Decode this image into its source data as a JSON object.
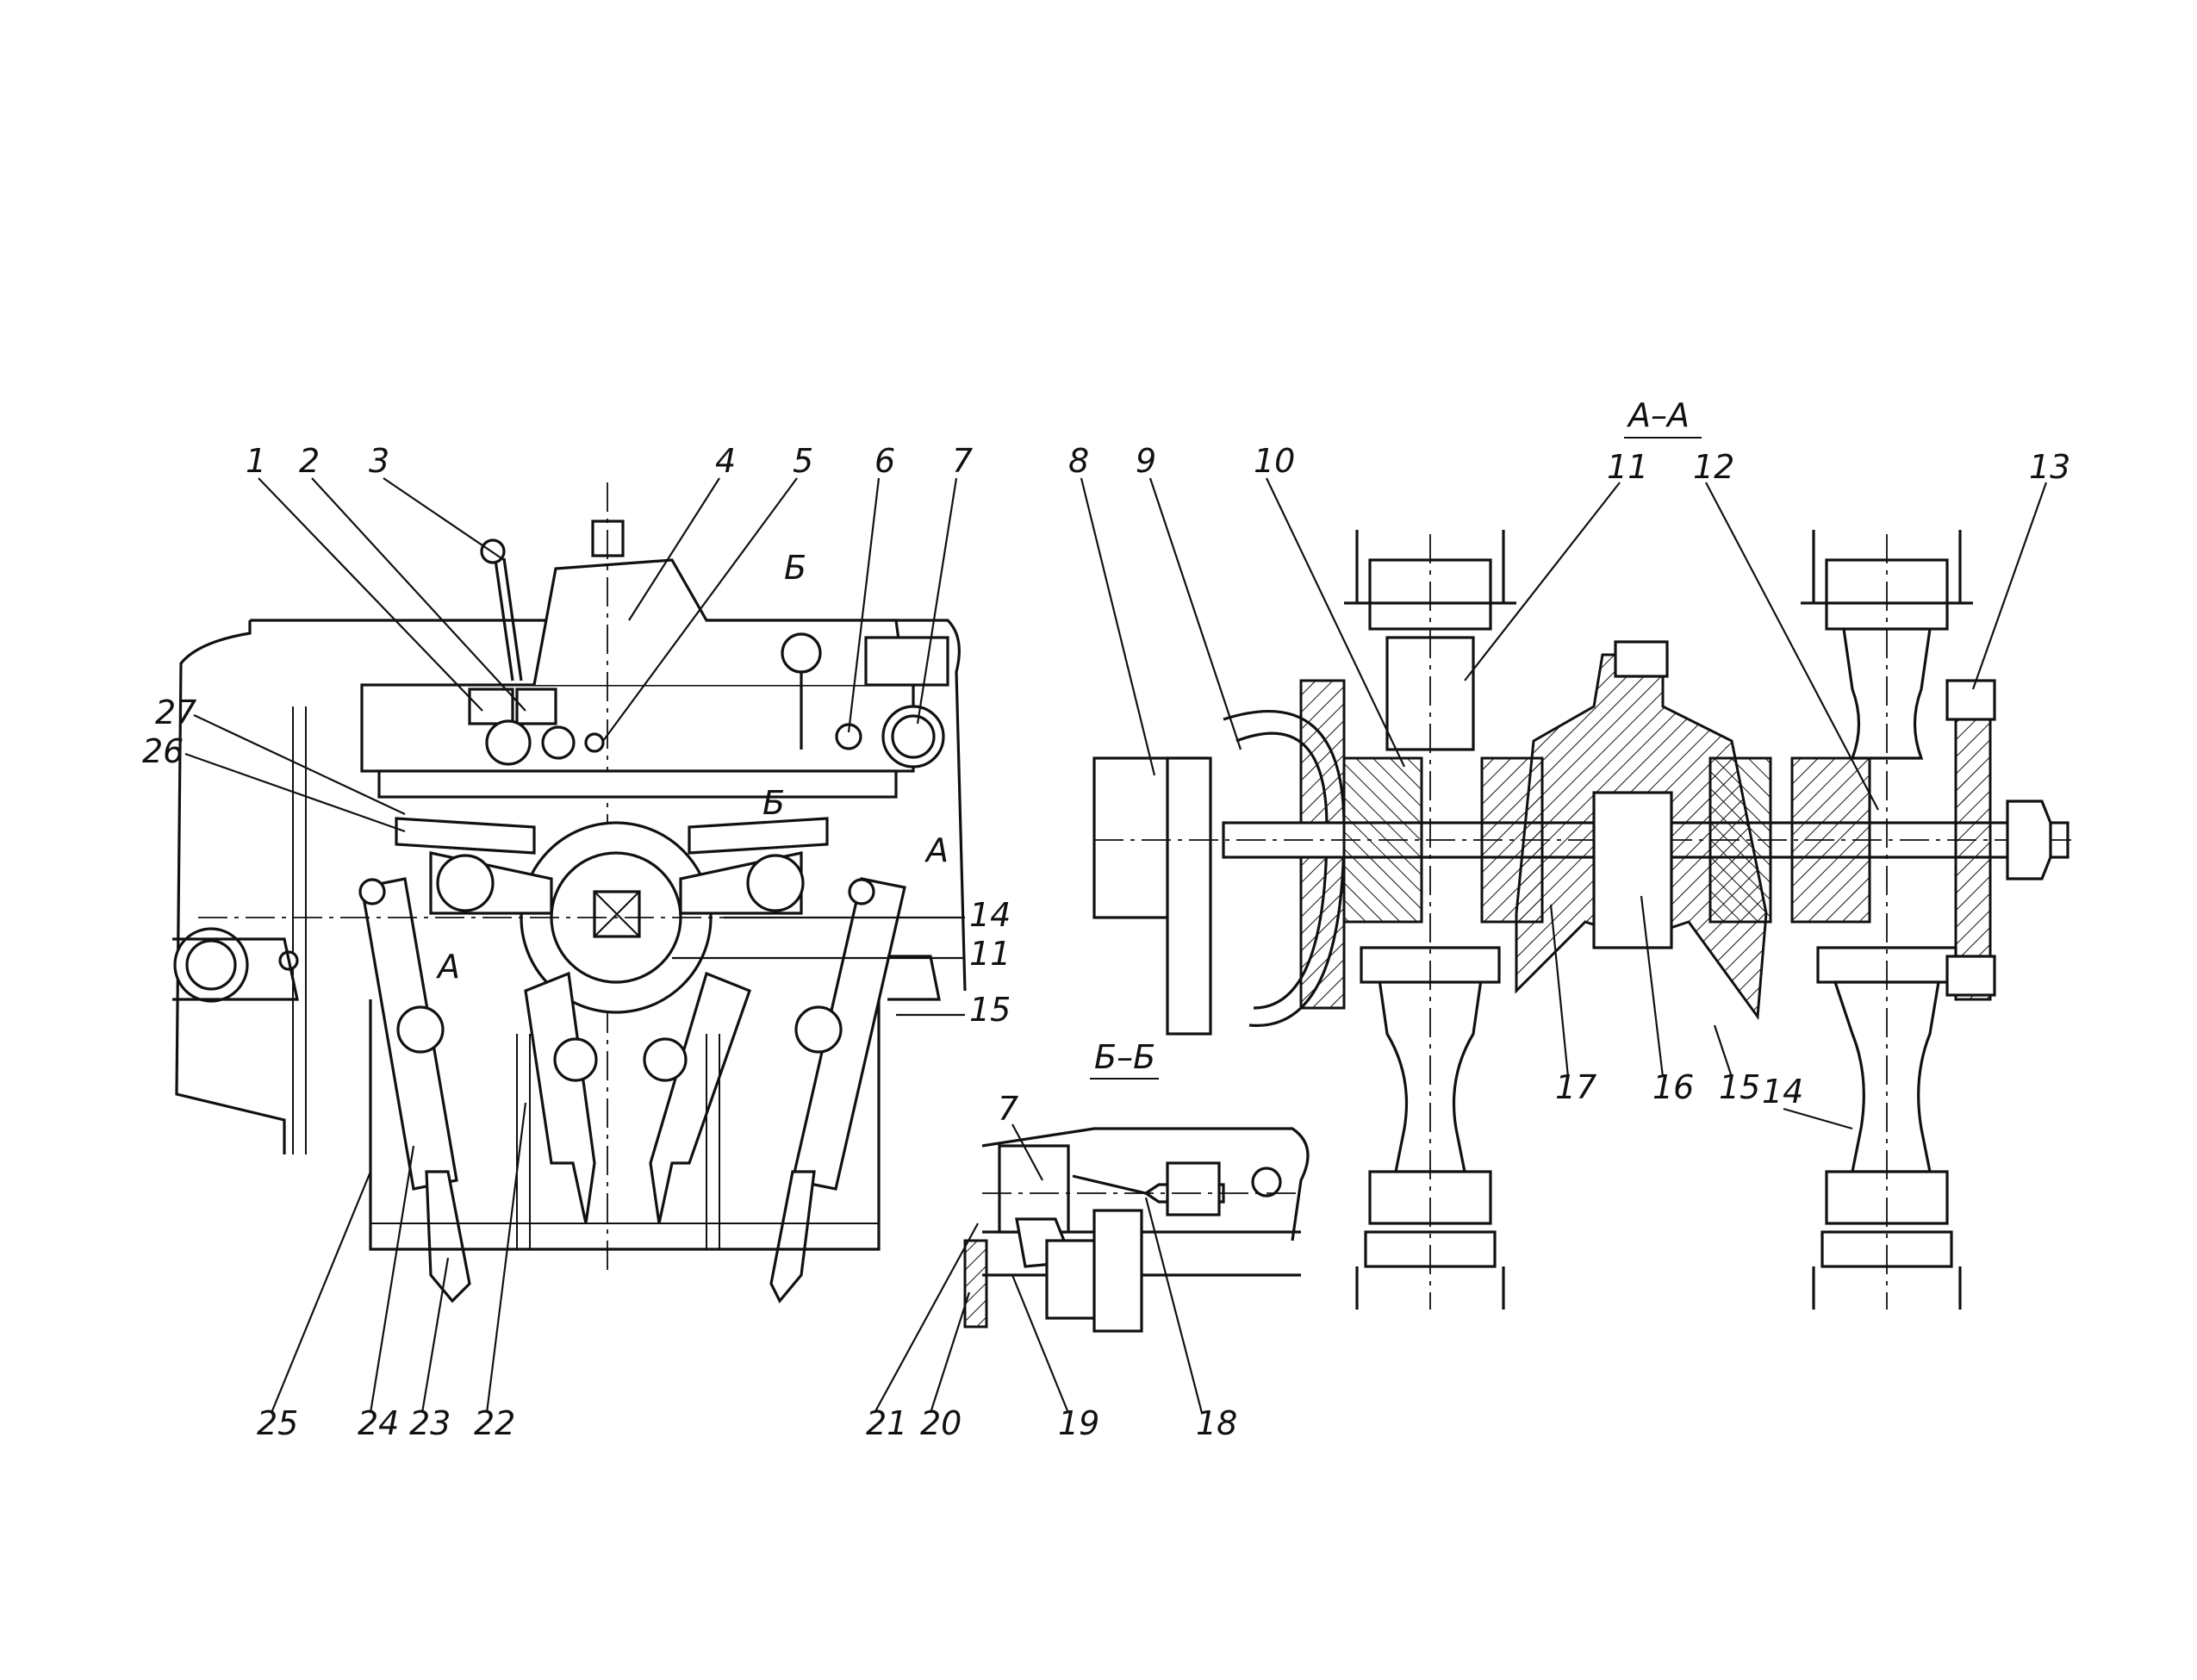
{
  "section_titles": {
    "aa": "А–А",
    "bb": "Б–Б"
  },
  "cut_marks": {
    "a": "А",
    "b": "Б"
  },
  "callouts": [
    "1",
    "2",
    "3",
    "4",
    "5",
    "6",
    "7",
    "8",
    "9",
    "10",
    "11",
    "12",
    "13",
    "14",
    "15",
    "16",
    "17",
    "18",
    "19",
    "20",
    "21",
    "22",
    "23",
    "24",
    "25",
    "26",
    "27"
  ],
  "callouts_repeat": {
    "left_14": "14",
    "left_11": "11",
    "left_15": "15",
    "right_14": "14",
    "right_15": "15",
    "right_11": "11",
    "bb_7": "7"
  },
  "colors": {
    "ink": "#111111",
    "paper": "#ffffff",
    "hatch": "#111111"
  }
}
